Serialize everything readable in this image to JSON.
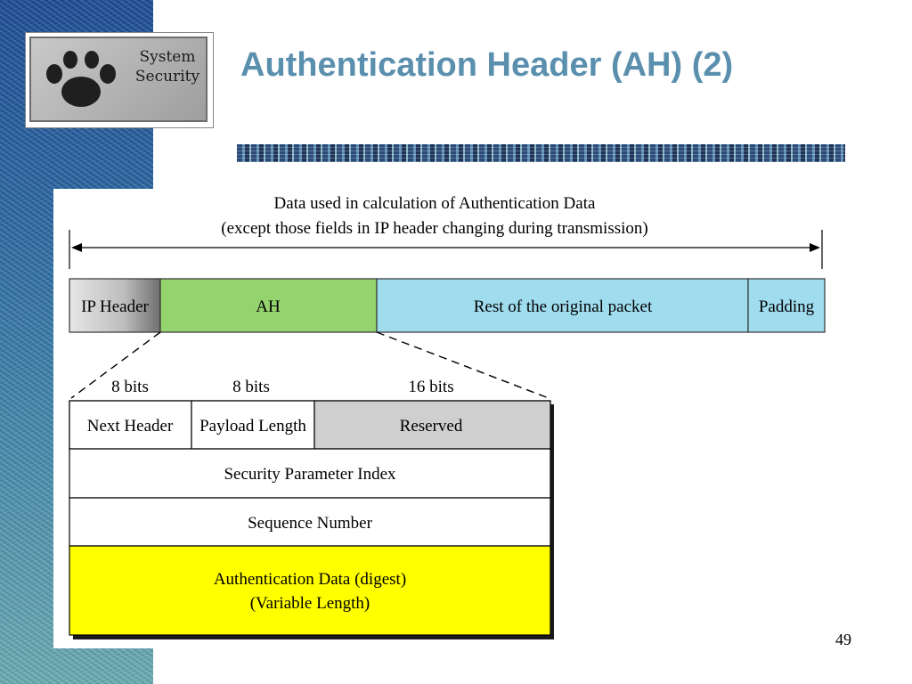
{
  "slide": {
    "logo_text_line1": "System",
    "logo_text_line2": "Security",
    "title": "Authentication Header (AH) (2)",
    "page_number": "49"
  },
  "diagram": {
    "calc_label_line1": "Data used in calculation of Authentication Data",
    "calc_label_line2": "(except those fields in IP header changing during transmission)",
    "packet": {
      "ip_header": "IP Header",
      "ah": "AH",
      "rest": "Rest of the original packet",
      "padding": "Padding"
    },
    "bits": {
      "next_header_bits": "8 bits",
      "payload_length_bits": "8 bits",
      "reserved_bits": "16 bits"
    },
    "ah_fields": {
      "next_header": "Next Header",
      "payload_length": "Payload Length",
      "reserved": "Reserved",
      "spi": "Security Parameter Index",
      "sequence_number": "Sequence Number",
      "auth_data_line1": "Authentication Data (digest)",
      "auth_data_line2": "(Variable Length)"
    },
    "colors": {
      "ah_green": "#95d36e",
      "rest_blue": "#9fdcee",
      "reserved_gray": "#cfcfcf",
      "auth_yellow": "#ffff00"
    }
  }
}
